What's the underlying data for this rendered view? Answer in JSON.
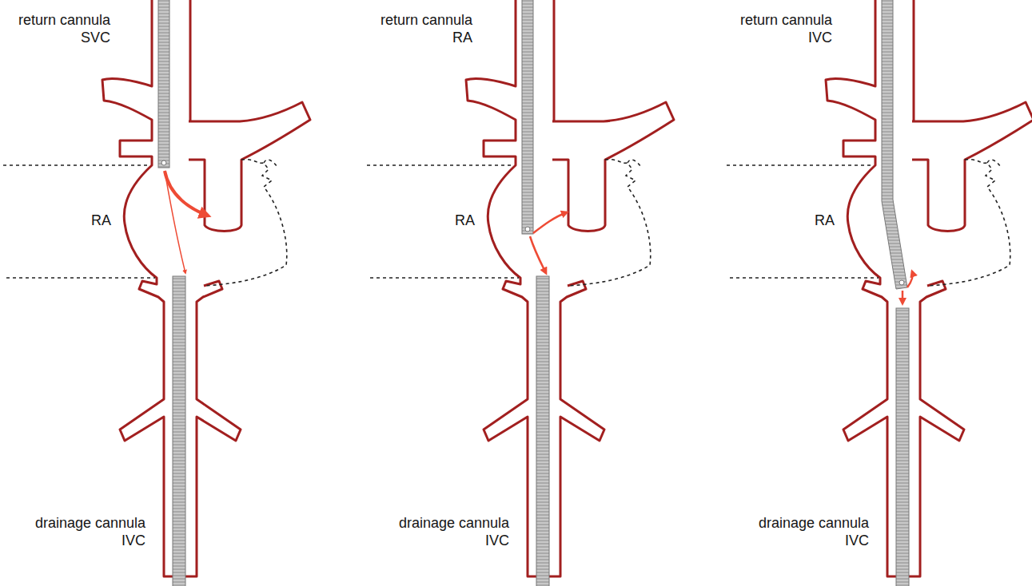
{
  "diagram": {
    "labels": [
      "return cannula SVC",
      "RA",
      "drainage cannula IVC",
      "return cannula RA",
      "RA",
      "drainage cannula IVC",
      "return cannula IVC",
      "RA",
      "drainage cannula IVC"
    ]
  }
}
